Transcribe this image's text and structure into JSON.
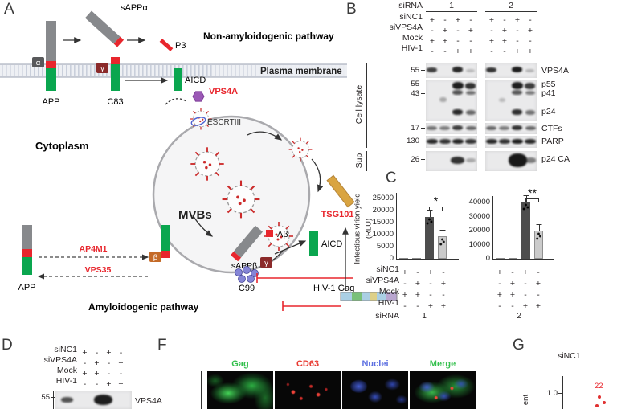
{
  "panelA": {
    "label": "A",
    "labels": {
      "sappa": "sAPPα",
      "p3": "P3",
      "non_amyloidogenic": "Non-amyloidogenic pathway",
      "plasma_membrane": "Plasma membrane",
      "app_top": "APP",
      "c83": "C83",
      "aicd_top": "AICD",
      "alpha": "α",
      "gamma_top": "γ",
      "cytoplasm": "Cytoplasm",
      "vps4a": "VPS4A",
      "escrtiii": "ESCRTIII",
      "mvbs": "MVBs",
      "tsg101": "TSG101",
      "ap4m1": "AP4M1",
      "vps35": "VPS35",
      "app_bottom": "APP",
      "sappb": "sAPPβ",
      "abeta": "Aβ",
      "aicd_bottom": "AICD",
      "beta": "β",
      "gamma_bottom": "γ",
      "c99": "C99",
      "hiv_gag": "HIV-1 Gag",
      "amyloidogenic": "Amyloidogenic pathway"
    },
    "colors": {
      "highlight_red": "#e8262d",
      "green": "#0aa64f",
      "gray": "#87898c",
      "gold": "#d9a441",
      "purple": "#9b59b6"
    }
  },
  "panelB": {
    "label": "B",
    "sirna": "siRNA",
    "group1": "1",
    "group2": "2",
    "conditions": [
      {
        "label": "siNC1",
        "g1": [
          "+",
          "-",
          "+",
          "-"
        ],
        "g2": [
          "+",
          "-",
          "+",
          "-"
        ]
      },
      {
        "label": "siVPS4A",
        "g1": [
          "-",
          "+",
          "-",
          "+"
        ],
        "g2": [
          "-",
          "+",
          "-",
          "+"
        ]
      },
      {
        "label": "Mock",
        "g1": [
          "+",
          "+",
          "-",
          "-"
        ],
        "g2": [
          "+",
          "+",
          "-",
          "-"
        ]
      },
      {
        "label": "HIV-1",
        "g1": [
          "-",
          "-",
          "+",
          "+"
        ],
        "g2": [
          "-",
          "-",
          "+",
          "+"
        ]
      }
    ],
    "mw": {
      "vps4a": "55",
      "p55": "55",
      "p41": "43",
      "ctfs": "17",
      "parp": "130",
      "p24ca": "26"
    },
    "bands": {
      "vps4a": "VPS4A",
      "p55": "p55",
      "p41": "p41",
      "p24": "p24",
      "ctfs": "CTFs",
      "parp": "PARP",
      "p24ca": "p24 CA"
    },
    "cell_lysate": "Cell lysate",
    "sup": "Sup"
  },
  "panelC": {
    "label": "C",
    "ylabel_line1": "Infectious virion yield",
    "ylabel_line2": "(RLU)",
    "sirna": "siRNA",
    "group1": "1",
    "group2": "2",
    "chart1": {
      "tick_labels": [
        "25000",
        "20000",
        "15000",
        "10000",
        "5000",
        "0"
      ],
      "sig": "*"
    },
    "chart2": {
      "tick_labels": [
        "40000",
        "30000",
        "20000",
        "10000",
        "0"
      ],
      "sig": "**"
    },
    "conditions": [
      {
        "label": "siNC1",
        "g1": [
          "+",
          "-",
          "+",
          "-"
        ],
        "g2": [
          "+",
          "-",
          "+",
          "-"
        ]
      },
      {
        "label": "siVPS4A",
        "g1": [
          "-",
          "+",
          "-",
          "+"
        ],
        "g2": [
          "-",
          "+",
          "-",
          "+"
        ]
      },
      {
        "label": "Mock",
        "g1": [
          "+",
          "+",
          "-",
          "-"
        ],
        "g2": [
          "+",
          "+",
          "-",
          "-"
        ]
      },
      {
        "label": "HIV-1",
        "g1": [
          "-",
          "-",
          "+",
          "+"
        ],
        "g2": [
          "-",
          "-",
          "+",
          "+"
        ]
      }
    ]
  },
  "panelD": {
    "label": "D",
    "conditions": [
      {
        "label": "siNC1",
        "vals": [
          "+",
          "-",
          "+",
          "-"
        ]
      },
      {
        "label": "siVPS4A",
        "vals": [
          "-",
          "+",
          "-",
          "+"
        ]
      },
      {
        "label": "Mock",
        "vals": [
          "+",
          "+",
          "-",
          "-"
        ]
      },
      {
        "label": "HIV-1",
        "vals": [
          "-",
          "-",
          "+",
          "+"
        ]
      }
    ],
    "mw": "55",
    "band": "VPS4A"
  },
  "panelF": {
    "label": "F",
    "channels": [
      {
        "label": "Gag",
        "color": "#35c04e"
      },
      {
        "label": "CD63",
        "color": "#e8382f"
      },
      {
        "label": "Nuclei",
        "color": "#5b6ee1"
      },
      {
        "label": "Merge",
        "color": "#35c04e"
      }
    ]
  },
  "panelG": {
    "label": "G",
    "group_label": "siNC1",
    "ytick": "1.0",
    "count_label": "22",
    "yaxis_fragment": "ent"
  },
  "chart_data": [
    {
      "type": "bar",
      "panel": "C-left",
      "title": "Infectious virion yield (RLU), siRNA 1",
      "categories": [
        "Mock siNC1",
        "Mock siVPS4A",
        "HIV-1 siNC1",
        "HIV-1 siVPS4A"
      ],
      "values": [
        300,
        300,
        17500,
        9500
      ],
      "ylabel": "Infectious virion yield (RLU)",
      "ylim": [
        0,
        25000
      ],
      "bar_styles": [
        "none",
        "none",
        "dark",
        "light"
      ],
      "significance": "*"
    },
    {
      "type": "bar",
      "panel": "C-right",
      "title": "Infectious virion yield (RLU), siRNA 2",
      "categories": [
        "Mock siNC1",
        "Mock siVPS4A",
        "HIV-1 siNC1",
        "HIV-1 siVPS4A"
      ],
      "values": [
        300,
        300,
        40000,
        20000
      ],
      "ylabel": "Infectious virion yield (RLU)",
      "ylim": [
        0,
        40000
      ],
      "bar_styles": [
        "none",
        "none",
        "dark",
        "light"
      ],
      "significance": "**"
    }
  ]
}
